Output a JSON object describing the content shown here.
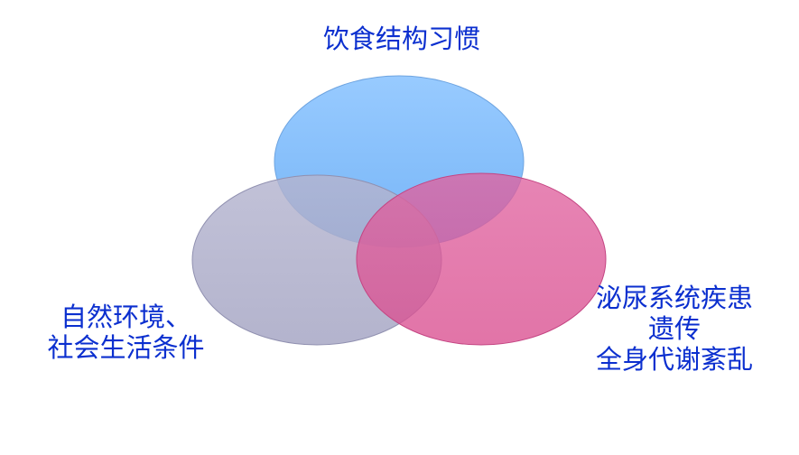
{
  "colors": {
    "label_text": "#0b2fcf",
    "circle_diet": "#7fbcff",
    "circle_environment": "#a9a9c8",
    "circle_disease": "#dd5c9a"
  },
  "labels": {
    "diet": "饮食结构习惯",
    "environment_line1": "自然环境、",
    "environment_line2": "社会生活条件",
    "disease_line1": "泌尿系统疾患",
    "disease_line2": "遗传",
    "disease_line3": "全身代谢紊乱"
  }
}
